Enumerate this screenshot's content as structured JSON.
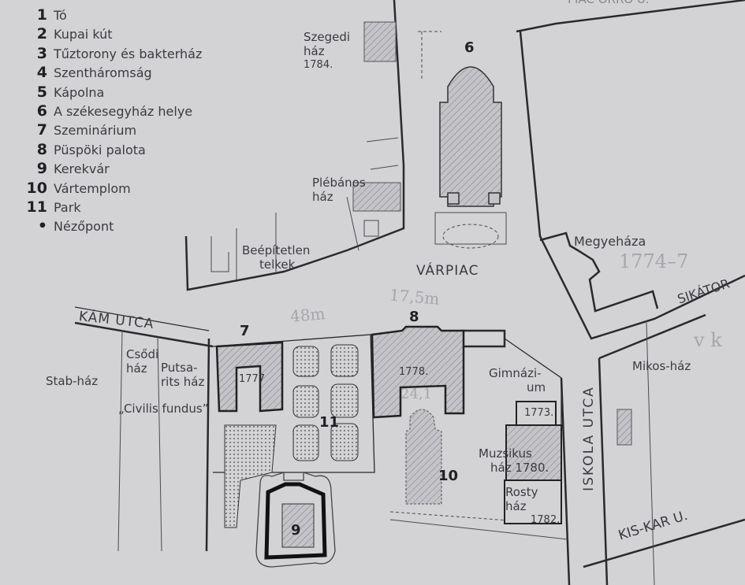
{
  "legend": [
    {
      "num": "1",
      "label": "Tó"
    },
    {
      "num": "2",
      "label": "Kupai kút"
    },
    {
      "num": "3",
      "label": "Tűztorony és bakterház"
    },
    {
      "num": "4",
      "label": "Szentháromság"
    },
    {
      "num": "5",
      "label": "Kápolna"
    },
    {
      "num": "6",
      "label": "A székesegyház helye"
    },
    {
      "num": "7",
      "label": "Szeminárium"
    },
    {
      "num": "8",
      "label": "Püspöki palota"
    },
    {
      "num": "9",
      "label": "Kerekvár"
    },
    {
      "num": "10",
      "label": "Vártemplom"
    },
    {
      "num": "11",
      "label": "Park"
    },
    {
      "num": "•",
      "label": "Nézőpont"
    }
  ],
  "streets": {
    "top_fragment": "PIAC        ORRÓ U.",
    "varpiac": "VÁRPIAC",
    "kam_utca": "KÁM UTCA",
    "sikator": "SIKÁTOR",
    "iskola_utca": "ISKOLA UTCA",
    "kis_kar": "KIS-KAR U."
  },
  "buildings": {
    "szegedi": [
      "Szegedi",
      "ház",
      "1784."
    ],
    "plebanos": [
      "Plébános",
      "ház"
    ],
    "beepitetlen": [
      "Beépítetlen",
      "telkek"
    ],
    "megyehaza": "Megyeháza",
    "mikos": "Mikos-ház",
    "csodi": [
      "Csődi",
      "ház"
    ],
    "putsarits": [
      "Putsa-",
      "rits ház"
    ],
    "stab": "Stab-ház",
    "civilis": "„Civilis fundus”",
    "seminar_year": "1777",
    "palace_year": "1778.",
    "gimnazium": [
      "Gimnázi-",
      "um"
    ],
    "gimnazium_year": "1773.",
    "muzsikus": [
      "Muzsikus",
      "ház 1780."
    ],
    "rosty": [
      "Rosty",
      "ház",
      "1782."
    ]
  },
  "map_numbers": {
    "n6": "6",
    "n7": "7",
    "n8": "8",
    "n9": "9",
    "n10": "10",
    "n11": "11"
  },
  "pencil_notes": {
    "n1": "48m",
    "n2": "17,5m",
    "n3": "24,1",
    "n4": "1774–7",
    "n5": "v k"
  }
}
